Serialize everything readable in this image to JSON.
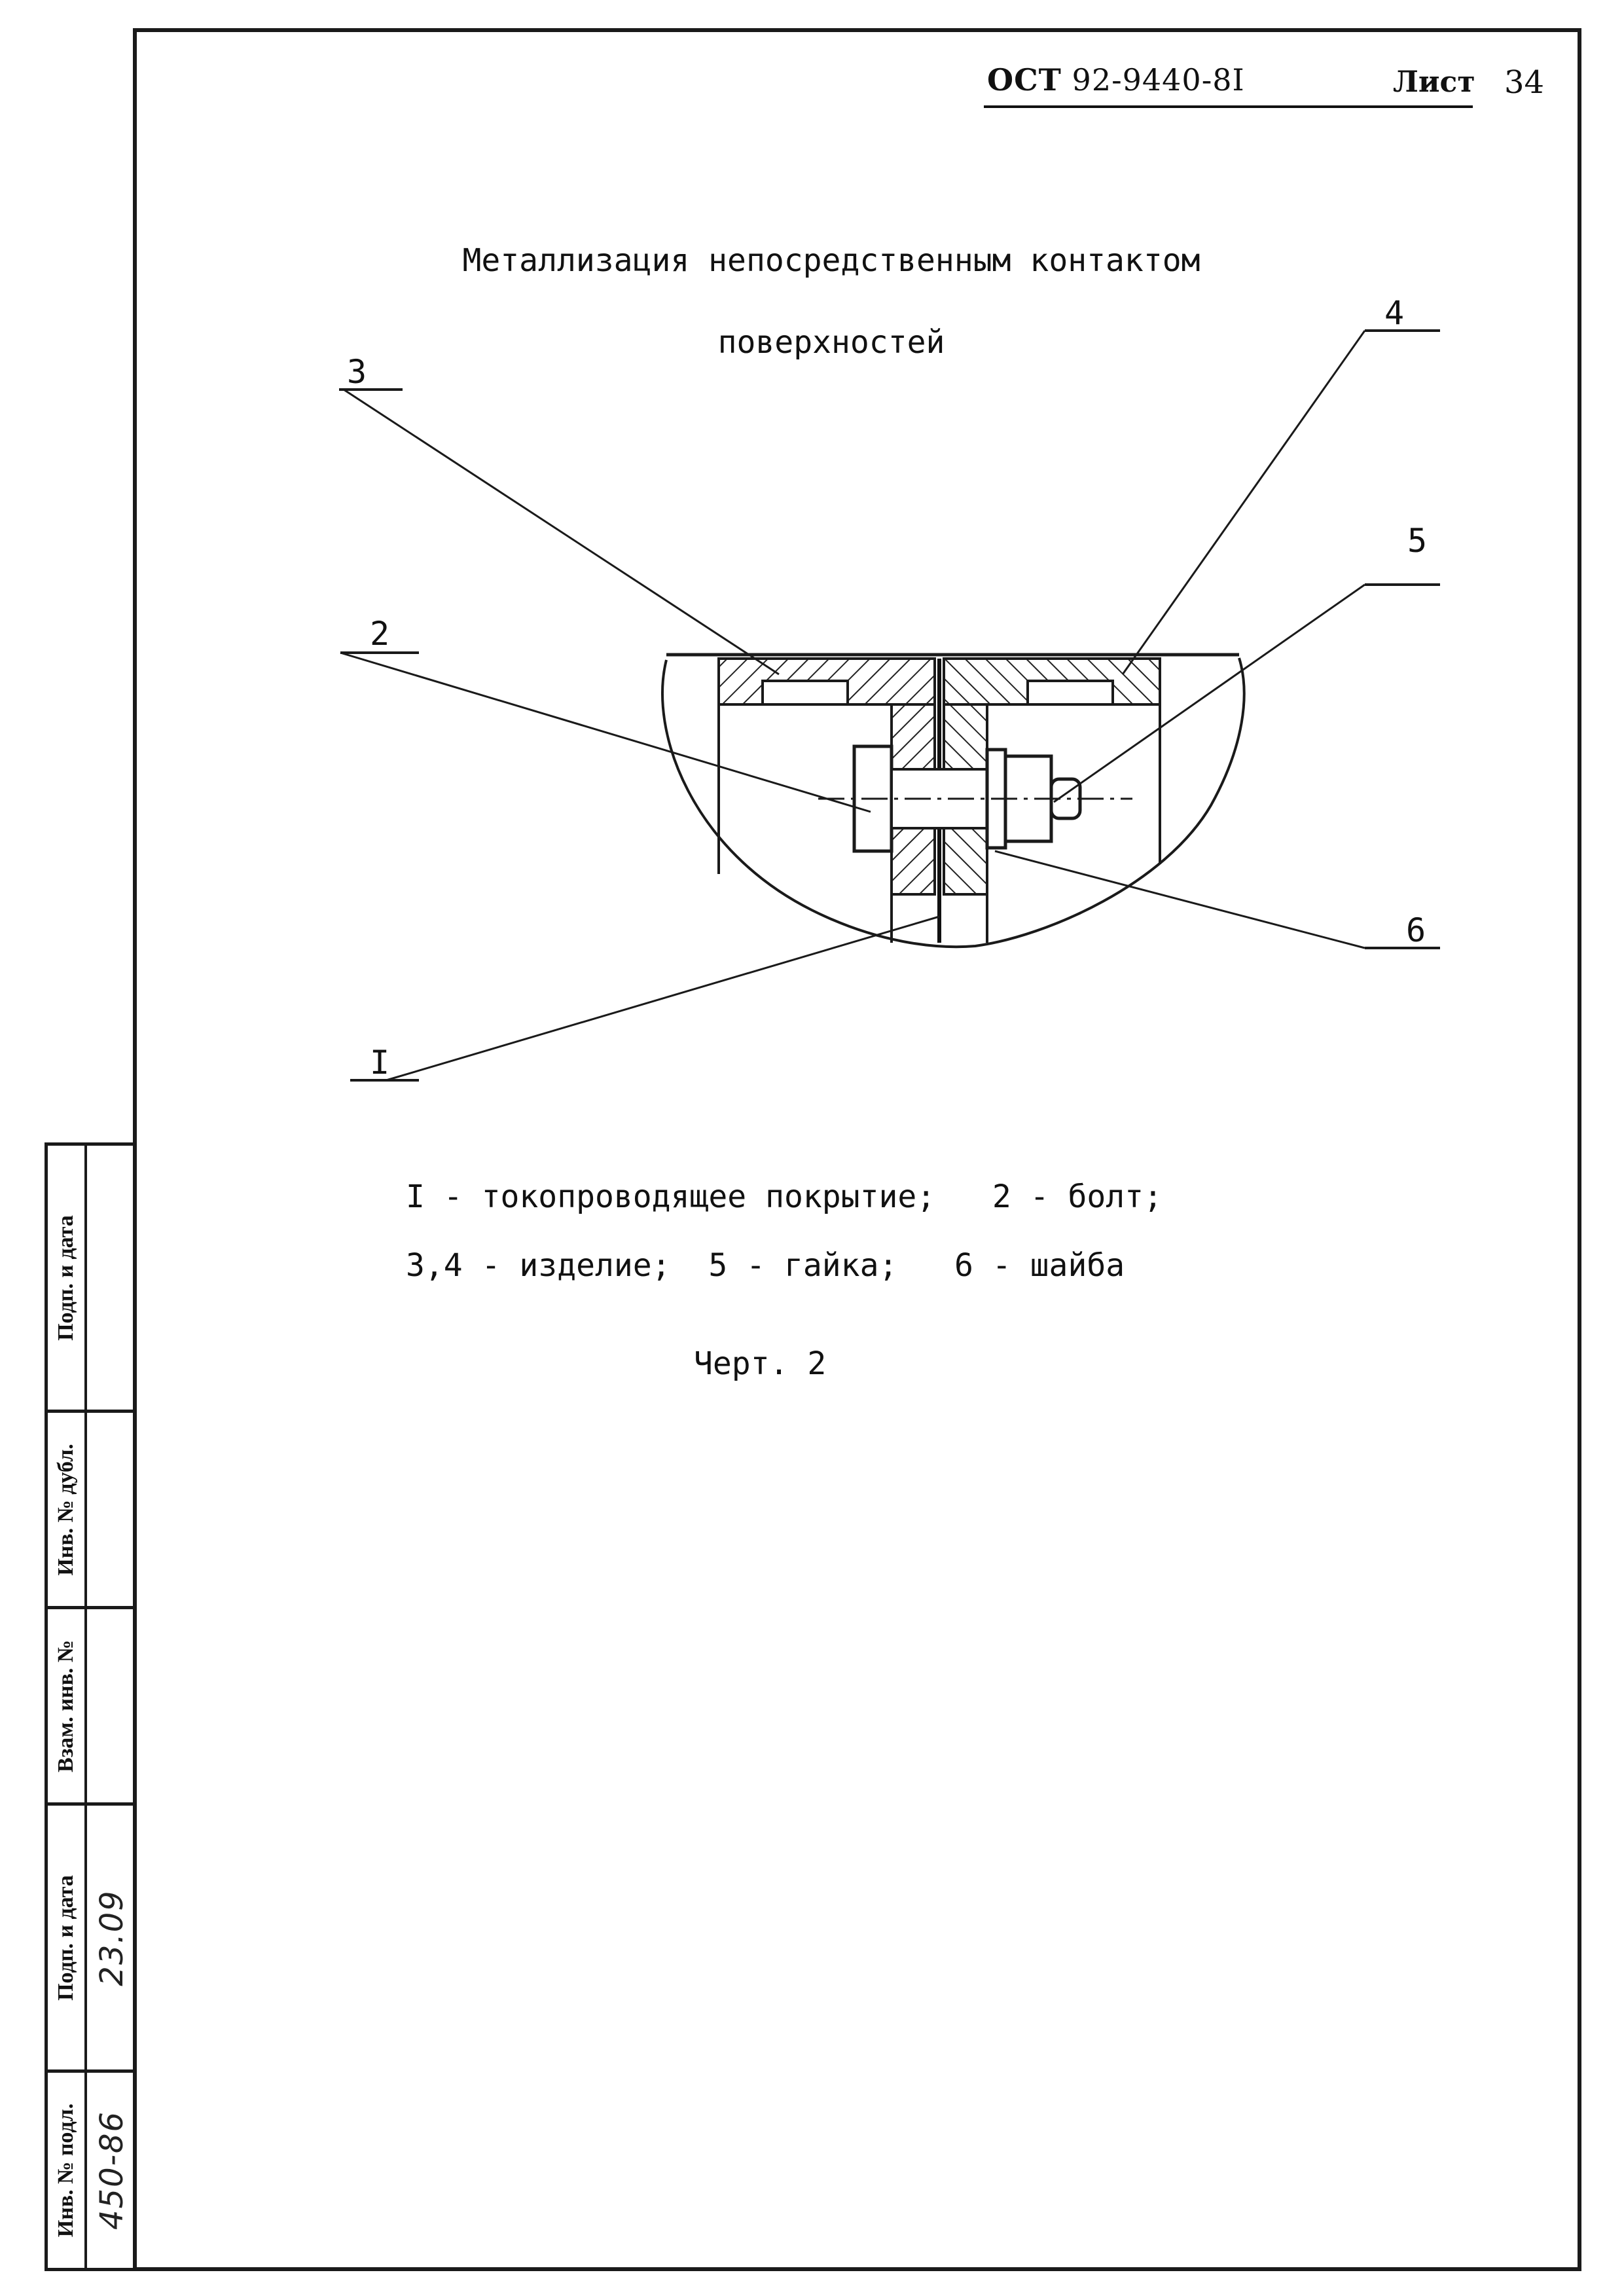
{
  "header": {
    "standard_prefix": "ОСТ",
    "standard_number": "92-9440-8I",
    "sheet_label": "Лист",
    "sheet_number": "34"
  },
  "title": {
    "line1": "Металлизация непосредственным контактом",
    "line2": "поверхностей"
  },
  "drawing": {
    "callouts": [
      "3",
      "4",
      "5",
      "2",
      "6",
      "I"
    ]
  },
  "legend": {
    "line1": "I - токопроводящее покрытие;   2 - болт;",
    "line2": "3,4 - изделие;  5 - гайка;   6 - шайба"
  },
  "caption": "Черт. 2",
  "side_stamp": [
    {
      "label": "Подп. и дата",
      "value": ""
    },
    {
      "label": "Инв. № дубл.",
      "value": ""
    },
    {
      "label": "Взам. инв. №",
      "value": ""
    },
    {
      "label": "Подп. и дата",
      "value": "23.09"
    },
    {
      "label": "Инв. № подл.",
      "value": "450-86"
    }
  ]
}
